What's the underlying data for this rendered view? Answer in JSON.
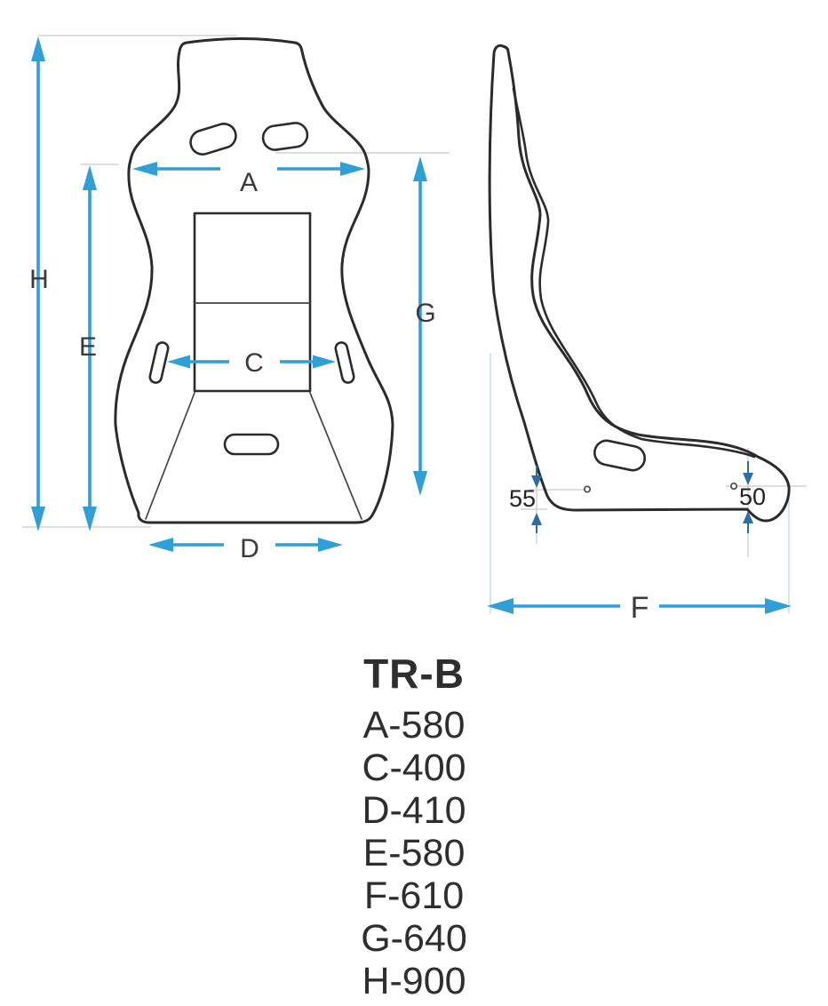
{
  "colors": {
    "arrow": "#2f9fd8",
    "arrow_dark": "#2e6da4",
    "outline": "#2b2b2b",
    "label": "#3a3a3a",
    "ref": "#c9cbc8",
    "ref_warm": "#d6c9c2",
    "ref_blue": "#b7d4e4",
    "spec_text": "#2e2e2e"
  },
  "front_view": {
    "labels": {
      "h": "H",
      "e": "E",
      "a": "A",
      "c": "C",
      "d": "D",
      "g": "G"
    }
  },
  "side_view": {
    "labels": {
      "f": "F",
      "bolt_left": "55",
      "bolt_right": "50"
    }
  },
  "spec": {
    "model": "TR-B",
    "rows": [
      "A-580",
      "C-400",
      "D-410",
      "E-580",
      "F-610",
      "G-640",
      "H-900"
    ]
  }
}
